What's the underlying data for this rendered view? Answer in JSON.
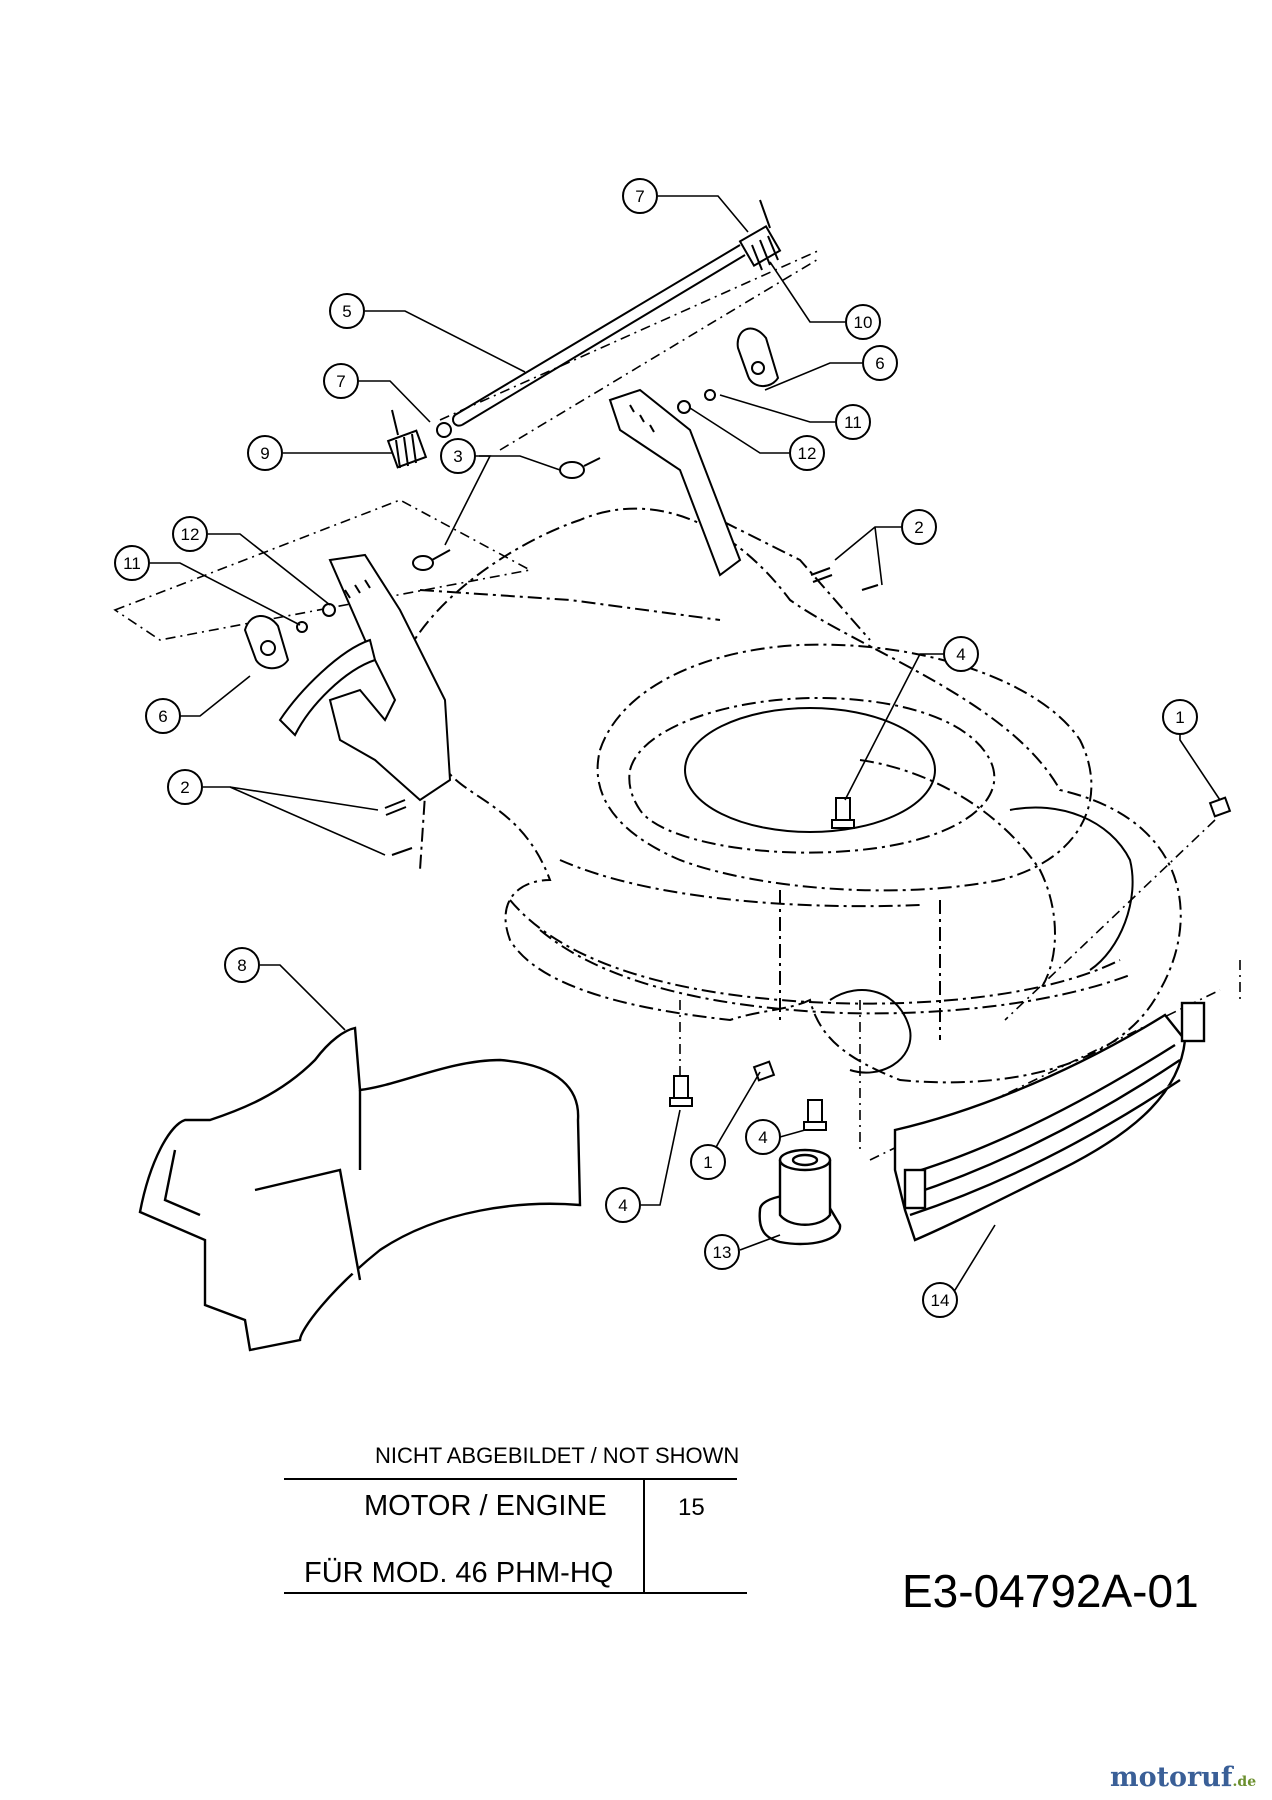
{
  "diagram": {
    "callouts": [
      {
        "id": "c7a",
        "label": "7"
      },
      {
        "id": "c10",
        "label": "10"
      },
      {
        "id": "c5",
        "label": "5"
      },
      {
        "id": "c6a",
        "label": "6"
      },
      {
        "id": "c7b",
        "label": "7"
      },
      {
        "id": "c11a",
        "label": "11"
      },
      {
        "id": "c9",
        "label": "9"
      },
      {
        "id": "c3",
        "label": "3"
      },
      {
        "id": "c12a",
        "label": "12"
      },
      {
        "id": "c2a",
        "label": "2"
      },
      {
        "id": "c12b",
        "label": "12"
      },
      {
        "id": "c11b",
        "label": "11"
      },
      {
        "id": "c4a",
        "label": "4"
      },
      {
        "id": "c6b",
        "label": "6"
      },
      {
        "id": "c1a",
        "label": "1"
      },
      {
        "id": "c2b",
        "label": "2"
      },
      {
        "id": "c8",
        "label": "8"
      },
      {
        "id": "c4b",
        "label": "4"
      },
      {
        "id": "c1b",
        "label": "1"
      },
      {
        "id": "c4c",
        "label": "4"
      },
      {
        "id": "c13",
        "label": "13"
      },
      {
        "id": "c14",
        "label": "14"
      }
    ]
  },
  "parts_table": {
    "note": "NICHT ABGEBILDET / NOT SHOWN",
    "rows": [
      {
        "label": "MOTOR / ENGINE",
        "ref": "15"
      },
      {
        "label": "FÜR MOD. 46 PHM-HQ",
        "ref": ""
      }
    ]
  },
  "drawing_code": "E3-04792A-01",
  "watermark": {
    "main": "motoruf",
    "suffix": ".de"
  }
}
